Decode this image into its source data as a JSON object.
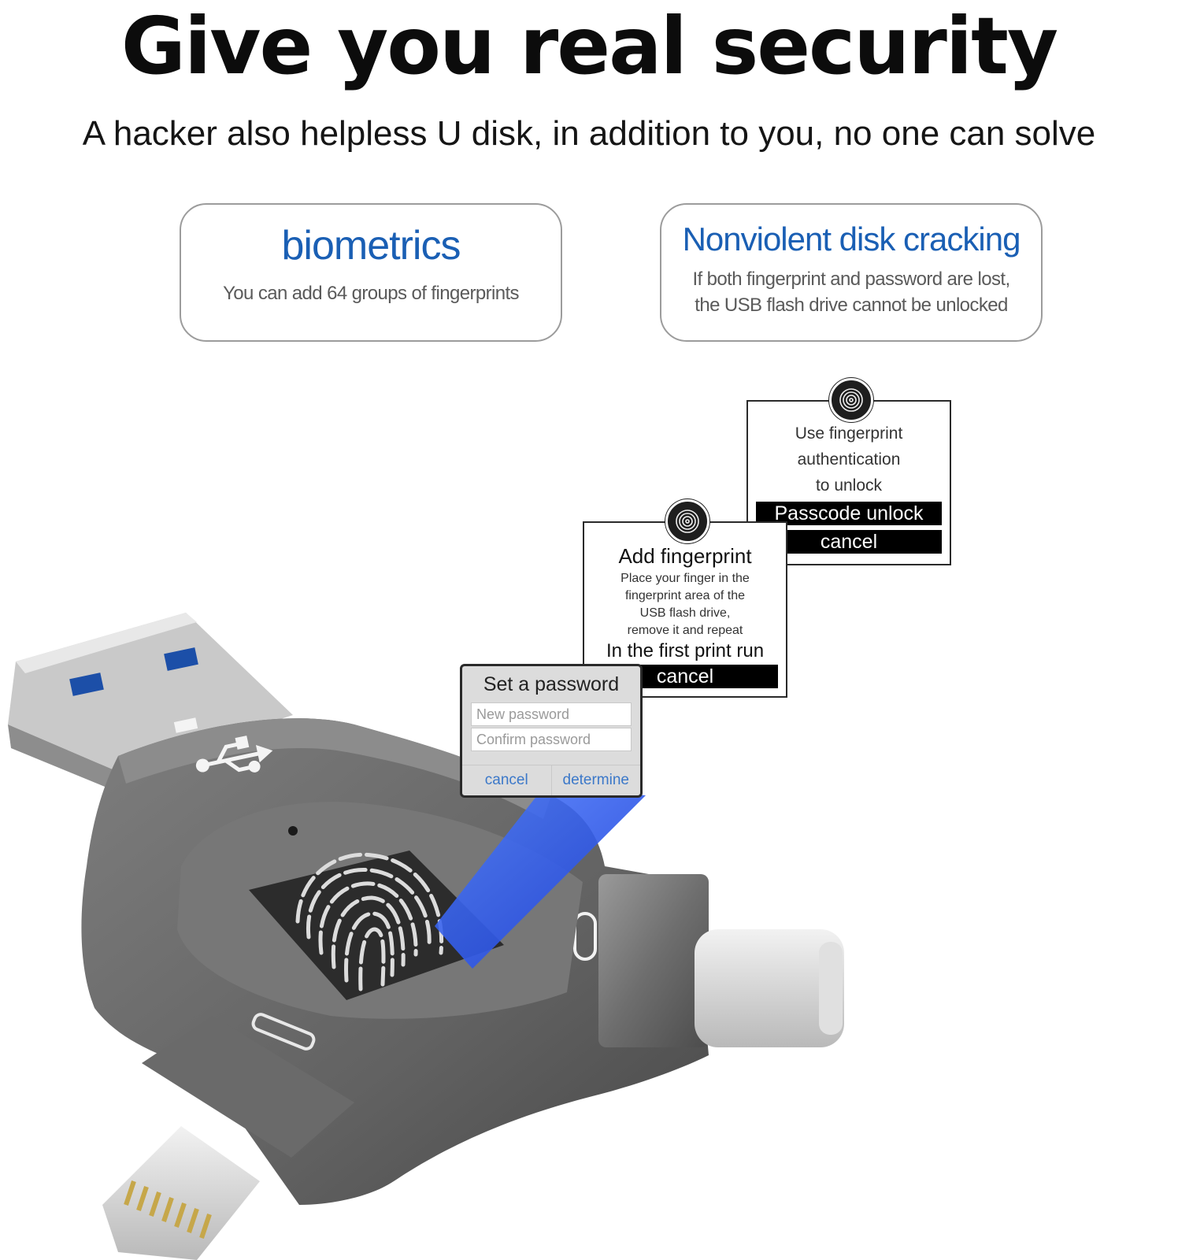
{
  "headline": "Give you real security",
  "subheadline": "A hacker also helpless U disk, in addition to you, no one can solve",
  "features": [
    {
      "title": "biometrics",
      "description": [
        "You can add 64 groups of fingerprints"
      ]
    },
    {
      "title": "Nonviolent disk cracking",
      "description": [
        "If both fingerprint and password are lost,",
        "the USB flash drive cannot be unlocked"
      ]
    }
  ],
  "dialogs": {
    "unlock": {
      "text": [
        "Use fingerprint",
        "authentication",
        "to unlock"
      ],
      "passcode_button": "Passcode unlock",
      "cancel_button": "cancel"
    },
    "add_fingerprint": {
      "title": "Add fingerprint",
      "description": [
        "Place your finger in the",
        "fingerprint area of the",
        "USB flash drive,",
        "remove it and repeat"
      ],
      "run_text": "In the first print run",
      "cancel_button": "cancel"
    },
    "set_password": {
      "title": "Set a password",
      "new_placeholder": "New password",
      "confirm_placeholder": "Confirm password",
      "cancel_button": "cancel",
      "confirm_button": "determine"
    }
  },
  "colors": {
    "accent_blue": "#1a5fb4",
    "link_blue": "#3b78c9",
    "device_grey": "#707070",
    "light_beam": "#2f63ff"
  },
  "icons": [
    "fingerprint-icon",
    "usb-trident-icon",
    "usb-c-icon",
    "lightning-icon"
  ]
}
